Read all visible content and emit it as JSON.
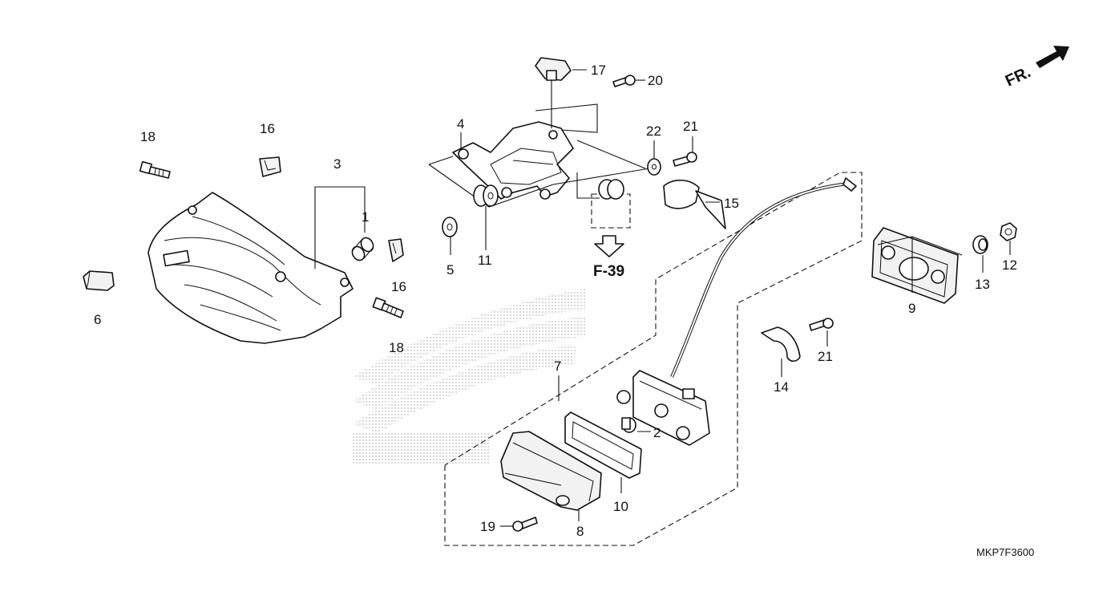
{
  "diagram": {
    "part_labels": {
      "p1": "1",
      "p2": "2",
      "p3": "3",
      "p4": "4",
      "p5": "5",
      "p6": "6",
      "p7": "7",
      "p8": "8",
      "p9": "9",
      "p10": "10",
      "p11": "11",
      "p12": "12",
      "p13": "13",
      "p14": "14",
      "p15": "15",
      "p16a": "16",
      "p16b": "16",
      "p17": "17",
      "p18a": "18",
      "p18b": "18",
      "p19": "19",
      "p20": "20",
      "p21a": "21",
      "p21b": "21",
      "p22": "22"
    },
    "section_ref": "F-39",
    "direction_label": "FR.",
    "diagram_code": "MKP7F3600"
  }
}
